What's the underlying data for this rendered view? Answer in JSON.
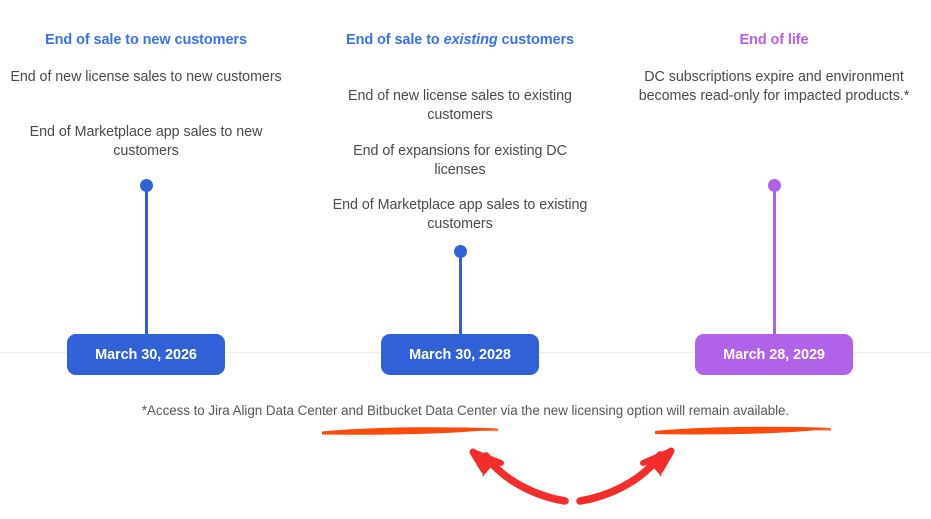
{
  "page": {
    "background": "#ffffff",
    "timeline_rule_color": "#eceded",
    "footnote": "*Access to Jira Align Data Center and Bitbucket Data Center via the new licensing option will remain available."
  },
  "colors": {
    "blue_heading": "#3b6ff0",
    "blue_accent": "#3161d6",
    "purple_heading": "#b45fee",
    "purple_accent": "#b063e8",
    "body_text": "#4a4a4f",
    "footnote_text": "#55565b",
    "annotation_orange": "#f94b0d",
    "annotation_red": "#f42c2c"
  },
  "milestones": [
    {
      "id": "end-of-sale-new-customers",
      "title_prefix": "End of sale to ",
      "title_emphasis": "",
      "title_suffix": "new customers",
      "title_color": "#3b6ff0",
      "accent_color": "#3161d6",
      "lines": [
        "End of new license sales to new customers",
        "End of Marketplace app sales to new customers"
      ],
      "date": "March 30, 2026"
    },
    {
      "id": "end-of-sale-existing-customers",
      "title_prefix": "End of sale to ",
      "title_emphasis": "existing",
      "title_suffix": " customers",
      "title_color": "#3b6ff0",
      "accent_color": "#3161d6",
      "lines": [
        "End of new license sales to existing customers",
        "End of expansions for existing DC licenses",
        "End of Marketplace app sales to existing customers"
      ],
      "date": "March 30, 2028"
    },
    {
      "id": "end-of-life",
      "title_prefix": "End of life",
      "title_emphasis": "",
      "title_suffix": "",
      "title_color": "#b45fee",
      "accent_color": "#b063e8",
      "lines": [
        "DC subscriptions expire and environment becomes read-only for impacted products.*"
      ],
      "date": "March 28, 2029"
    }
  ],
  "annotations": {
    "underline_left_label": "highlight-underline-left",
    "underline_right_label": "highlight-underline-right",
    "arrow_left_label": "curved-arrow-pointing-up-left",
    "arrow_right_label": "curved-arrow-pointing-up-right"
  }
}
